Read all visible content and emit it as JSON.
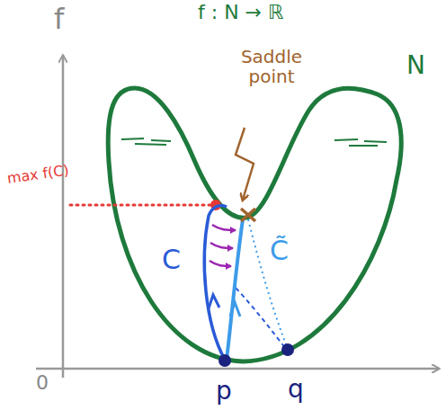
{
  "diagram": {
    "labels": [
      "f : N → ℝ",
      "f",
      "N",
      "Saddle point",
      "max f(C)",
      "C",
      "C̃",
      "0",
      "p",
      "q"
    ]
  }
}
